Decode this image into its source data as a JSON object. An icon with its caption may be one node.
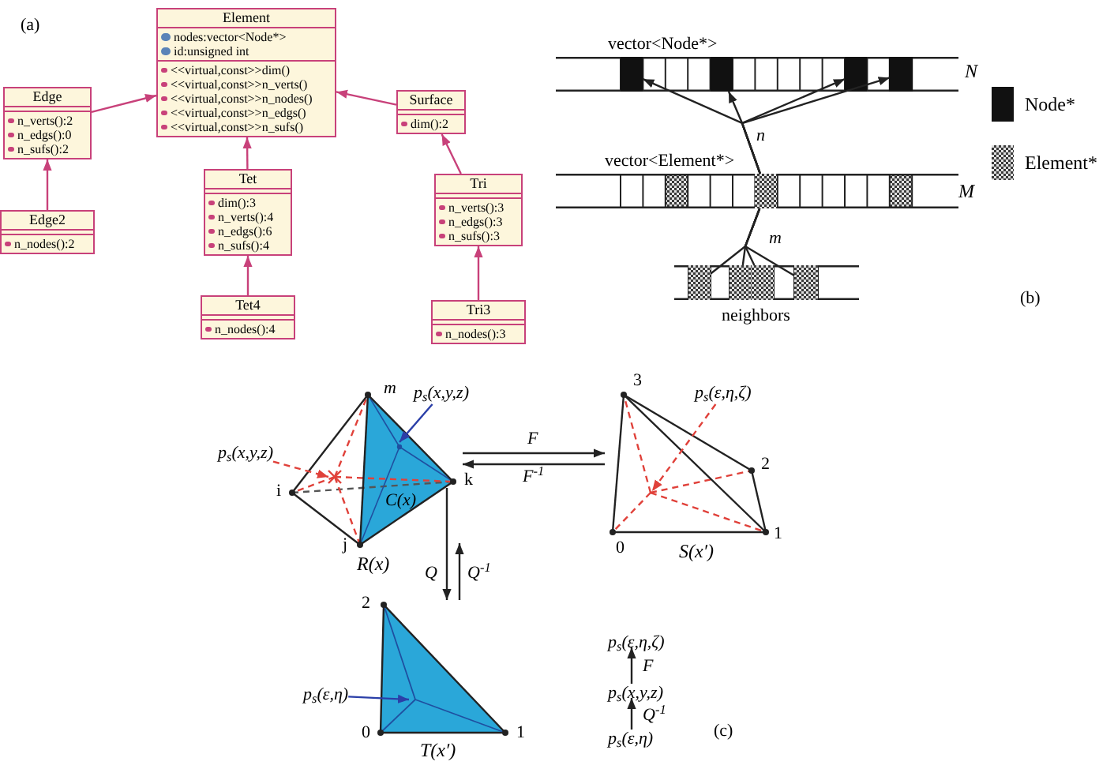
{
  "diagram": {
    "nodes": [
      {
        "text": [
          "Element",
          "nodes:vector<Node*>",
          "id:unsigned int",
          "<<virtual,const>>dim()",
          "<<virtual,const>>n_verts()",
          "<<virtual,const>>n_nodes()",
          "<<virtual,const>>n_edgs()",
          "<<virtual,const>>n_sufs()"
        ]
      },
      {
        "text": [
          "Edge",
          "n_verts():2",
          "n_edgs():0",
          "n_sufs():2"
        ]
      },
      {
        "text": [
          "Surface",
          "dim():2"
        ]
      },
      {
        "text": [
          "Tet",
          "dim():3",
          "n_verts():4",
          "n_edgs():6",
          "n_sufs():4"
        ]
      },
      {
        "text": [
          "Edge2",
          "n_nodes():2"
        ]
      },
      {
        "text": [
          "Tri",
          "n_verts():3",
          "n_edgs():3",
          "n_sufs():3"
        ]
      },
      {
        "text": [
          "Tet4",
          "n_nodes():4"
        ]
      },
      {
        "text": [
          "Tri3",
          "n_nodes():3"
        ]
      },
      {
        "text": [
          "vector<Node*>"
        ],
        "beside": [
          "N"
        ]
      },
      {
        "text": [],
        "shape": "box",
        "in": 8
      },
      {
        "text": [],
        "shape": "box",
        "in": 8
      },
      {
        "text": [],
        "shape": "box",
        "in": 8
      },
      {
        "text": [],
        "shape": "box",
        "in": 8
      },
      {
        "text": [
          "vector<Element*>"
        ],
        "beside": [
          "M"
        ]
      },
      {
        "text": [],
        "shape": "box",
        "in": 13
      },
      {
        "text": [
          "neighbors"
        ]
      },
      {
        "text": [],
        "shape": "box",
        "in": 15
      },
      {
        "text": [],
        "shape": "box",
        "in": 15
      },
      {
        "text": [],
        "shape": "box",
        "in": 15
      },
      {
        "text": [],
        "shape": "box",
        "in": 15
      },
      {
        "text": [],
        "shape": "picture",
        "beside": [
          "R(x)"
        ]
      },
      {
        "text": [
          "p$_{s}$(x,y,z)"
        ]
      },
      {
        "text": [],
        "shape": "picture",
        "beside": [
          "S(x′)"
        ]
      },
      {
        "text": [
          "p$_{s}$(ε,η,ζ)"
        ]
      },
      {
        "text": [
          "p$_{s}$(x,y,z)"
        ]
      },
      {
        "text": [],
        "shape": "picture",
        "beside": [
          "T(x′)"
        ]
      },
      {
        "text": [
          "p$_{s}$(ε,η)"
        ]
      },
      {
        "text": [
          "p$_{s}$(ε,η,ζ)"
        ]
      },
      {
        "text": [
          "p$_{s}$(x,y,z)"
        ]
      },
      {
        "text": [
          "p$_{s}$(ε,η)"
        ]
      }
    ],
    "edges": [
      {
        "from": 1,
        "to": 0,
        "arrow": "to",
        "color": "#c8417a"
      },
      {
        "from": 2,
        "to": 0,
        "arrow": "to",
        "color": "#c8417a"
      },
      {
        "from": 3,
        "to": 0,
        "arrow": "to",
        "color": "#c8417a"
      },
      {
        "from": 4,
        "to": 1,
        "arrow": "to",
        "color": "#c8417a"
      },
      {
        "from": 5,
        "to": 2,
        "arrow": "to",
        "color": "#c8417a"
      },
      {
        "from": 6,
        "to": 3,
        "arrow": "to",
        "color": "#c8417a"
      },
      {
        "from": 7,
        "to": 5,
        "arrow": "to",
        "color": "#c8417a"
      },
      {
        "from": 14,
        "to": 9,
        "arrow": "to",
        "label": "n"
      },
      {
        "from": 14,
        "to": 10,
        "arrow": "to"
      },
      {
        "from": 14,
        "to": 11,
        "arrow": "to"
      },
      {
        "from": 14,
        "to": 12,
        "arrow": "to"
      },
      {
        "from": 14,
        "to": 16,
        "arrow": "none",
        "label": "m"
      },
      {
        "from": 14,
        "to": 17,
        "arrow": "none"
      },
      {
        "from": 14,
        "to": 18,
        "arrow": "none"
      },
      {
        "from": 14,
        "to": 19,
        "arrow": "none"
      },
      {
        "from": 20,
        "to": 22,
        "arrow": "to",
        "label": "F"
      },
      {
        "from": 22,
        "to": 20,
        "arrow": "to",
        "label": "F$^{-1}$"
      },
      {
        "from": 20,
        "to": 25,
        "arrow": "to",
        "label": "Q"
      },
      {
        "from": 25,
        "to": 20,
        "arrow": "to",
        "label": "Q$^{-1}$"
      },
      {
        "from": 21,
        "to": 20,
        "arrow": "to",
        "color": "#2b3fa8"
      },
      {
        "from": 23,
        "to": 22,
        "arrow": "to",
        "style": "dashed",
        "color": "#e0413a"
      },
      {
        "from": 24,
        "to": 20,
        "arrow": "to",
        "style": "dashed",
        "color": "#e0413a"
      },
      {
        "from": 26,
        "to": 25,
        "arrow": "to",
        "color": "#2b3fa8"
      },
      {
        "from": 29,
        "to": 28,
        "arrow": "to",
        "label": "Q$^{-1}$"
      },
      {
        "from": 28,
        "to": 27,
        "arrow": "to",
        "label": "F"
      }
    ],
    "labels": [
      "(a)",
      "(b)",
      "m",
      "i",
      "k",
      "C(x)",
      "j",
      "3",
      "2",
      "0",
      "1",
      "2",
      "0",
      "1",
      "(c)"
    ],
    "legend": [
      {
        "text": "Node*",
        "color": "#111111"
      },
      {
        "text": "Element*"
      }
    ]
  }
}
